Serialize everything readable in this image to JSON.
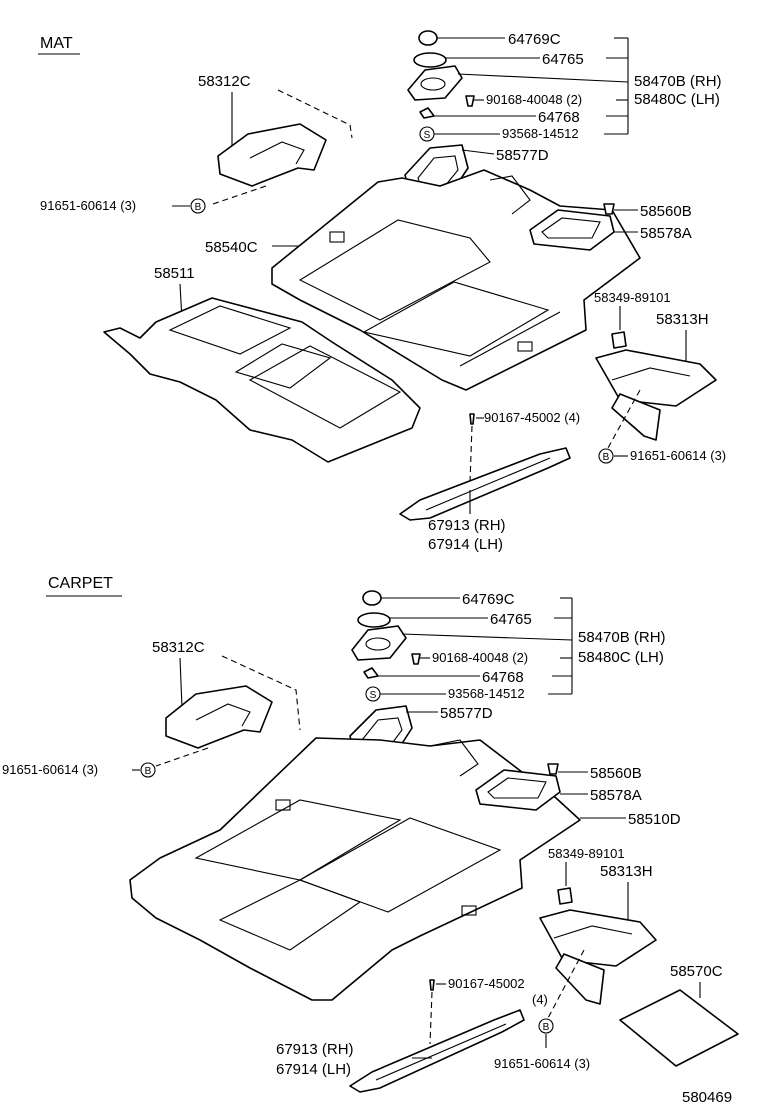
{
  "mat": {
    "section_label": "MAT",
    "labels": {
      "p64769c": "64769C",
      "p64765": "64765",
      "p58470b": "58470B (RH)",
      "p58480c": "58480C (LH)",
      "p90168": "90168-40048 (2)",
      "p64768": "64768",
      "p93568": "93568-14512",
      "p58577d": "58577D",
      "p58312c": "58312C",
      "p91651_left": "91651-60614 (3)",
      "p58560b": "58560B",
      "p58578a": "58578A",
      "p58540c": "58540C",
      "p58511": "58511",
      "p58349": "58349-89101",
      "p58313h": "58313H",
      "p90167": "90167-45002 (4)",
      "p91651_right": "91651-60614 (3)",
      "p67913": "67913 (RH)",
      "p67914": "67914 (LH)"
    }
  },
  "carpet": {
    "section_label": "CARPET",
    "labels": {
      "p64769c": "64769C",
      "p64765": "64765",
      "p58470b": "58470B (RH)",
      "p58480c": "58480C (LH)",
      "p90168": "90168-40048 (2)",
      "p64768": "64768",
      "p93568": "93568-14512",
      "p58577d": "58577D",
      "p58312c": "58312C",
      "p91651_left": "91651-60614 (3)",
      "p58560b": "58560B",
      "p58578a": "58578A",
      "p58510d": "58510D",
      "p58349": "58349-89101",
      "p58313h": "58313H",
      "p58570c": "58570C",
      "p90167": "90167-45002",
      "p90167_qty": "(4)",
      "p91651_right": "91651-60614 (3)",
      "p67913": "67913 (RH)",
      "p67914": "67914 (LH)"
    }
  },
  "symbols": {
    "bolt": "B",
    "screw": "S"
  },
  "diagram_number": "580469"
}
